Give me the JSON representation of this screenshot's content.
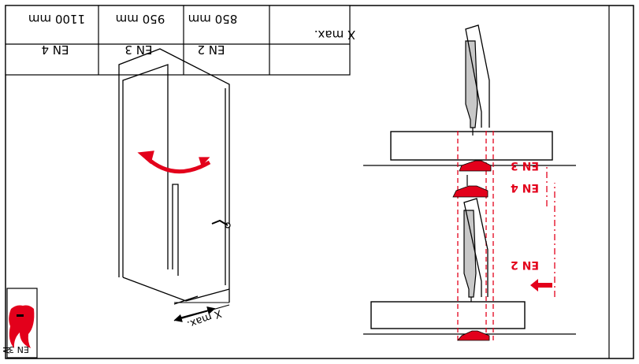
{
  "table": {
    "header_label": "X max.",
    "columns": [
      {
        "value": "850 mm",
        "class": "EN 2"
      },
      {
        "value": "950 mm",
        "class": "EN 3"
      },
      {
        "value": "1100 mm",
        "class": "EN 4"
      }
    ]
  },
  "enclosure": {
    "dimension_label": "X max."
  },
  "mechanism": {
    "labels": {
      "en2": "EN 2",
      "en3": "EN 3",
      "en4": "EN 4"
    }
  },
  "badge": {
    "label": "EN 3"
  },
  "colors": {
    "accent": "#e3001b",
    "line": "#000000",
    "fill_grey": "#c8c8c8"
  },
  "orientation": "rotated-180"
}
